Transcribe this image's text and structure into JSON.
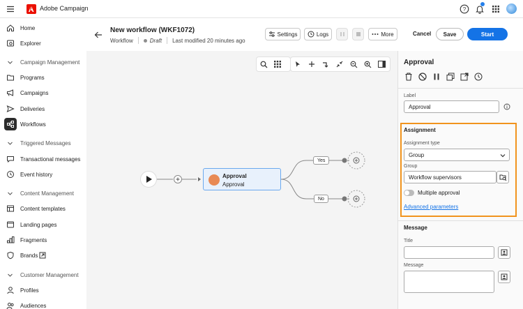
{
  "app": {
    "brand": "Adobe Campaign"
  },
  "sidebar": {
    "items": [
      {
        "label": "Home"
      },
      {
        "label": "Explorer"
      }
    ],
    "sections": [
      {
        "label": "Campaign Management",
        "items": [
          {
            "label": "Programs"
          },
          {
            "label": "Campaigns"
          },
          {
            "label": "Deliveries"
          },
          {
            "label": "Workflows"
          }
        ]
      },
      {
        "label": "Triggered Messages",
        "items": [
          {
            "label": "Transactional messages"
          },
          {
            "label": "Event history"
          }
        ]
      },
      {
        "label": "Content Management",
        "items": [
          {
            "label": "Content templates"
          },
          {
            "label": "Landing pages"
          },
          {
            "label": "Fragments"
          },
          {
            "label": "Brands"
          }
        ]
      },
      {
        "label": "Customer Management",
        "items": [
          {
            "label": "Profiles"
          },
          {
            "label": "Audiences"
          }
        ]
      }
    ],
    "active": "Workflows"
  },
  "header": {
    "title": "New workflow (WKF1072)",
    "type": "Workflow",
    "status": "Draft",
    "modified": "Last modified 20 minutes ago",
    "settings_label": "Settings",
    "logs_label": "Logs",
    "more_label": "More",
    "cancel_label": "Cancel",
    "save_label": "Save",
    "start_label": "Start"
  },
  "canvas": {
    "node": {
      "title": "Approval",
      "subtitle": "Approval"
    },
    "branches": [
      "Yes",
      "No"
    ]
  },
  "panel": {
    "title": "Approval",
    "label_field": {
      "label": "Label",
      "value": "Approval"
    },
    "assignment": {
      "title": "Assignment",
      "type_label": "Assignment type",
      "type_value": "Group",
      "group_label": "Group",
      "group_value": "Workflow supervisors",
      "multiple_label": "Multiple approval",
      "multiple_on": false,
      "advanced_link": "Advanced parameters"
    },
    "message": {
      "title": "Message",
      "title_label": "Title",
      "message_label": "Message"
    }
  },
  "colors": {
    "accent": "#1473e6",
    "highlight": "#f1931d",
    "brand": "#eb1000"
  }
}
